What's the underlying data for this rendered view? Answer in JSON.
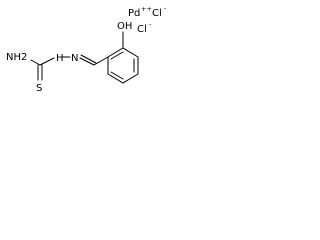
{
  "molecule": {
    "atom_labels": {
      "nh2": "NH2",
      "s": "S",
      "nh": "H",
      "n": "N",
      "oh": "OH"
    },
    "ions": {
      "metal": "Pd",
      "metal_charge": "++",
      "chloride_1": "Cl",
      "chloride_1_charge": "-",
      "chloride_2": "Cl",
      "chloride_2_charge": "-"
    }
  }
}
